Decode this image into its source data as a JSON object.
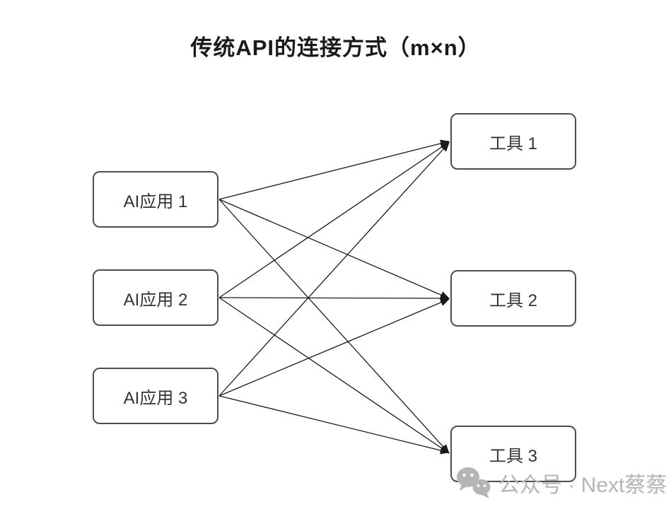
{
  "title": "传统API的连接方式（m×n）",
  "diagram": {
    "left_nodes": [
      {
        "label": "AI应用 1"
      },
      {
        "label": "AI应用 2"
      },
      {
        "label": "AI应用 3"
      }
    ],
    "right_nodes": [
      {
        "label": "工具 1"
      },
      {
        "label": "工具 2"
      },
      {
        "label": "工具 3"
      }
    ],
    "edges": [
      {
        "from": "AI应用 1",
        "to": "工具 1"
      },
      {
        "from": "AI应用 1",
        "to": "工具 2"
      },
      {
        "from": "AI应用 1",
        "to": "工具 3"
      },
      {
        "from": "AI应用 2",
        "to": "工具 1"
      },
      {
        "from": "AI应用 2",
        "to": "工具 2"
      },
      {
        "from": "AI应用 2",
        "to": "工具 3"
      },
      {
        "from": "AI应用 3",
        "to": "工具 1"
      },
      {
        "from": "AI应用 3",
        "to": "工具 2"
      },
      {
        "from": "AI应用 3",
        "to": "工具 3"
      }
    ]
  },
  "watermark": {
    "icon": "wechat-icon",
    "text": "公众号 · Next蔡蔡"
  },
  "colors": {
    "background": "#ffffff",
    "box_border": "#4d4d4d",
    "box_fill": "#ffffff",
    "edge": "#1a1a1a",
    "title": "#1a1a1a",
    "label": "#333333",
    "watermark": "#b5b5b5"
  }
}
